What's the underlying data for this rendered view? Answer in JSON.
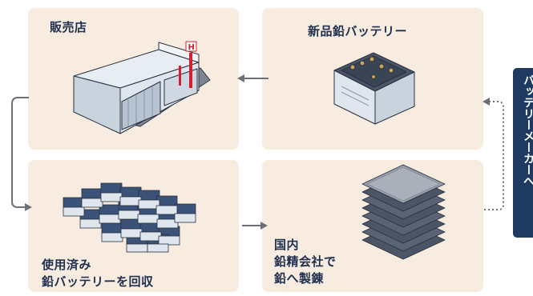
{
  "panels": {
    "shop": {
      "label": "販売店"
    },
    "new_battery": {
      "label": "新品鉛バッテリー"
    },
    "used_collection": {
      "label": "使用済み\n鉛バッテリーを回収"
    },
    "smelting": {
      "label": "国内\n鉛精会社で\n鉛へ製錬"
    }
  },
  "side_tab": {
    "label": "バッテリーメーカーへ"
  },
  "colors": {
    "panel_bg": "#f7ecdf",
    "navy": "#1f3a61",
    "arrow": "#6b7078",
    "accent_red": "#d4202c"
  }
}
